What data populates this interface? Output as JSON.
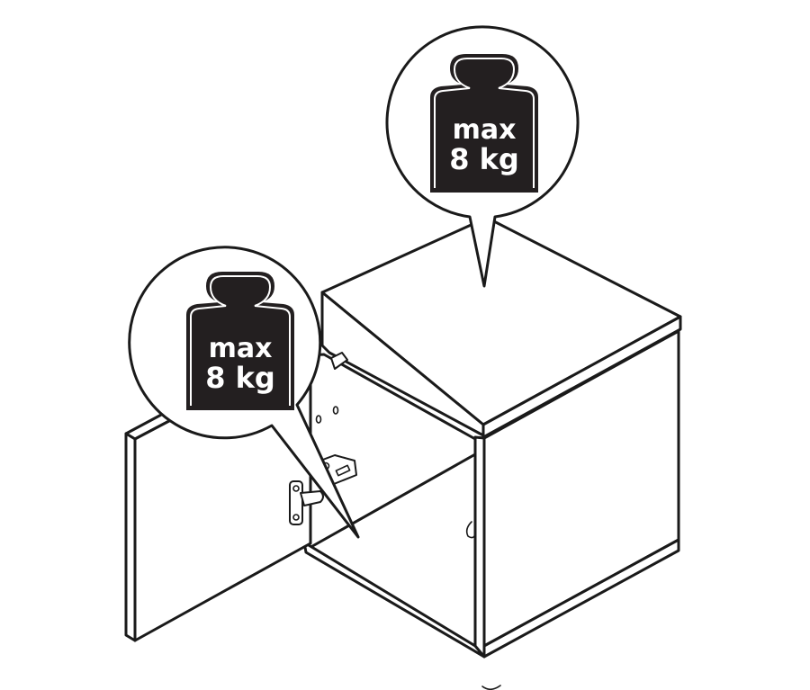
{
  "diagram": {
    "type": "assembly-instruction",
    "subject": "cabinet with open hinged door",
    "background": "#ffffff",
    "line_color": "#1a1a1a",
    "callouts": [
      {
        "id": "top-load",
        "target": "cabinet top surface",
        "icon": "weight-icon",
        "line1": "max",
        "line2": "8 kg"
      },
      {
        "id": "shelf-load",
        "target": "cabinet interior shelf",
        "icon": "weight-icon",
        "line1": "max",
        "line2": "8 kg"
      }
    ],
    "parts": [
      "cabinet-body",
      "cabinet-top",
      "open-door",
      "door-hinges",
      "shelf-pin-holes",
      "feet"
    ]
  }
}
